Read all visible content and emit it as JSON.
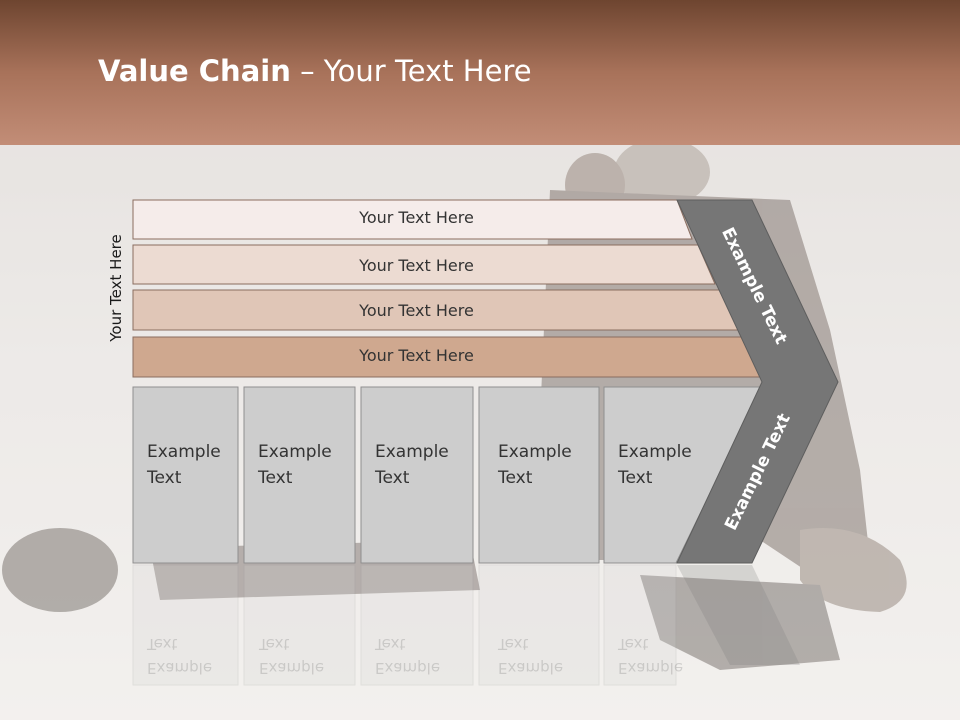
{
  "slide": {
    "title_bold": "Value Chain",
    "title_rest": " – Your Text Here",
    "vertical_label": "Your Text Here",
    "rows": [
      "Your Text Here",
      "Your Text Here",
      "Your Text Here",
      "Your Text Here"
    ],
    "boxes": [
      {
        "line1": "Example",
        "line2": "Text"
      },
      {
        "line1": "Example",
        "line2": "Text"
      },
      {
        "line1": "Example",
        "line2": "Text"
      },
      {
        "line1": "Example",
        "line2": "Text"
      },
      {
        "line1": "Example",
        "line2": "Text"
      }
    ],
    "chevron_upper": "Example Text",
    "chevron_lower": "Example Text"
  },
  "colors": {
    "header_dark": "#6e4530",
    "header_light": "#c28d77",
    "row1": "#f5ecea",
    "row2": "#ecdbd2",
    "row3": "#e0c6b7",
    "row4": "#cfa88f",
    "box": "#cdcdcd",
    "chevron": "#767676"
  }
}
